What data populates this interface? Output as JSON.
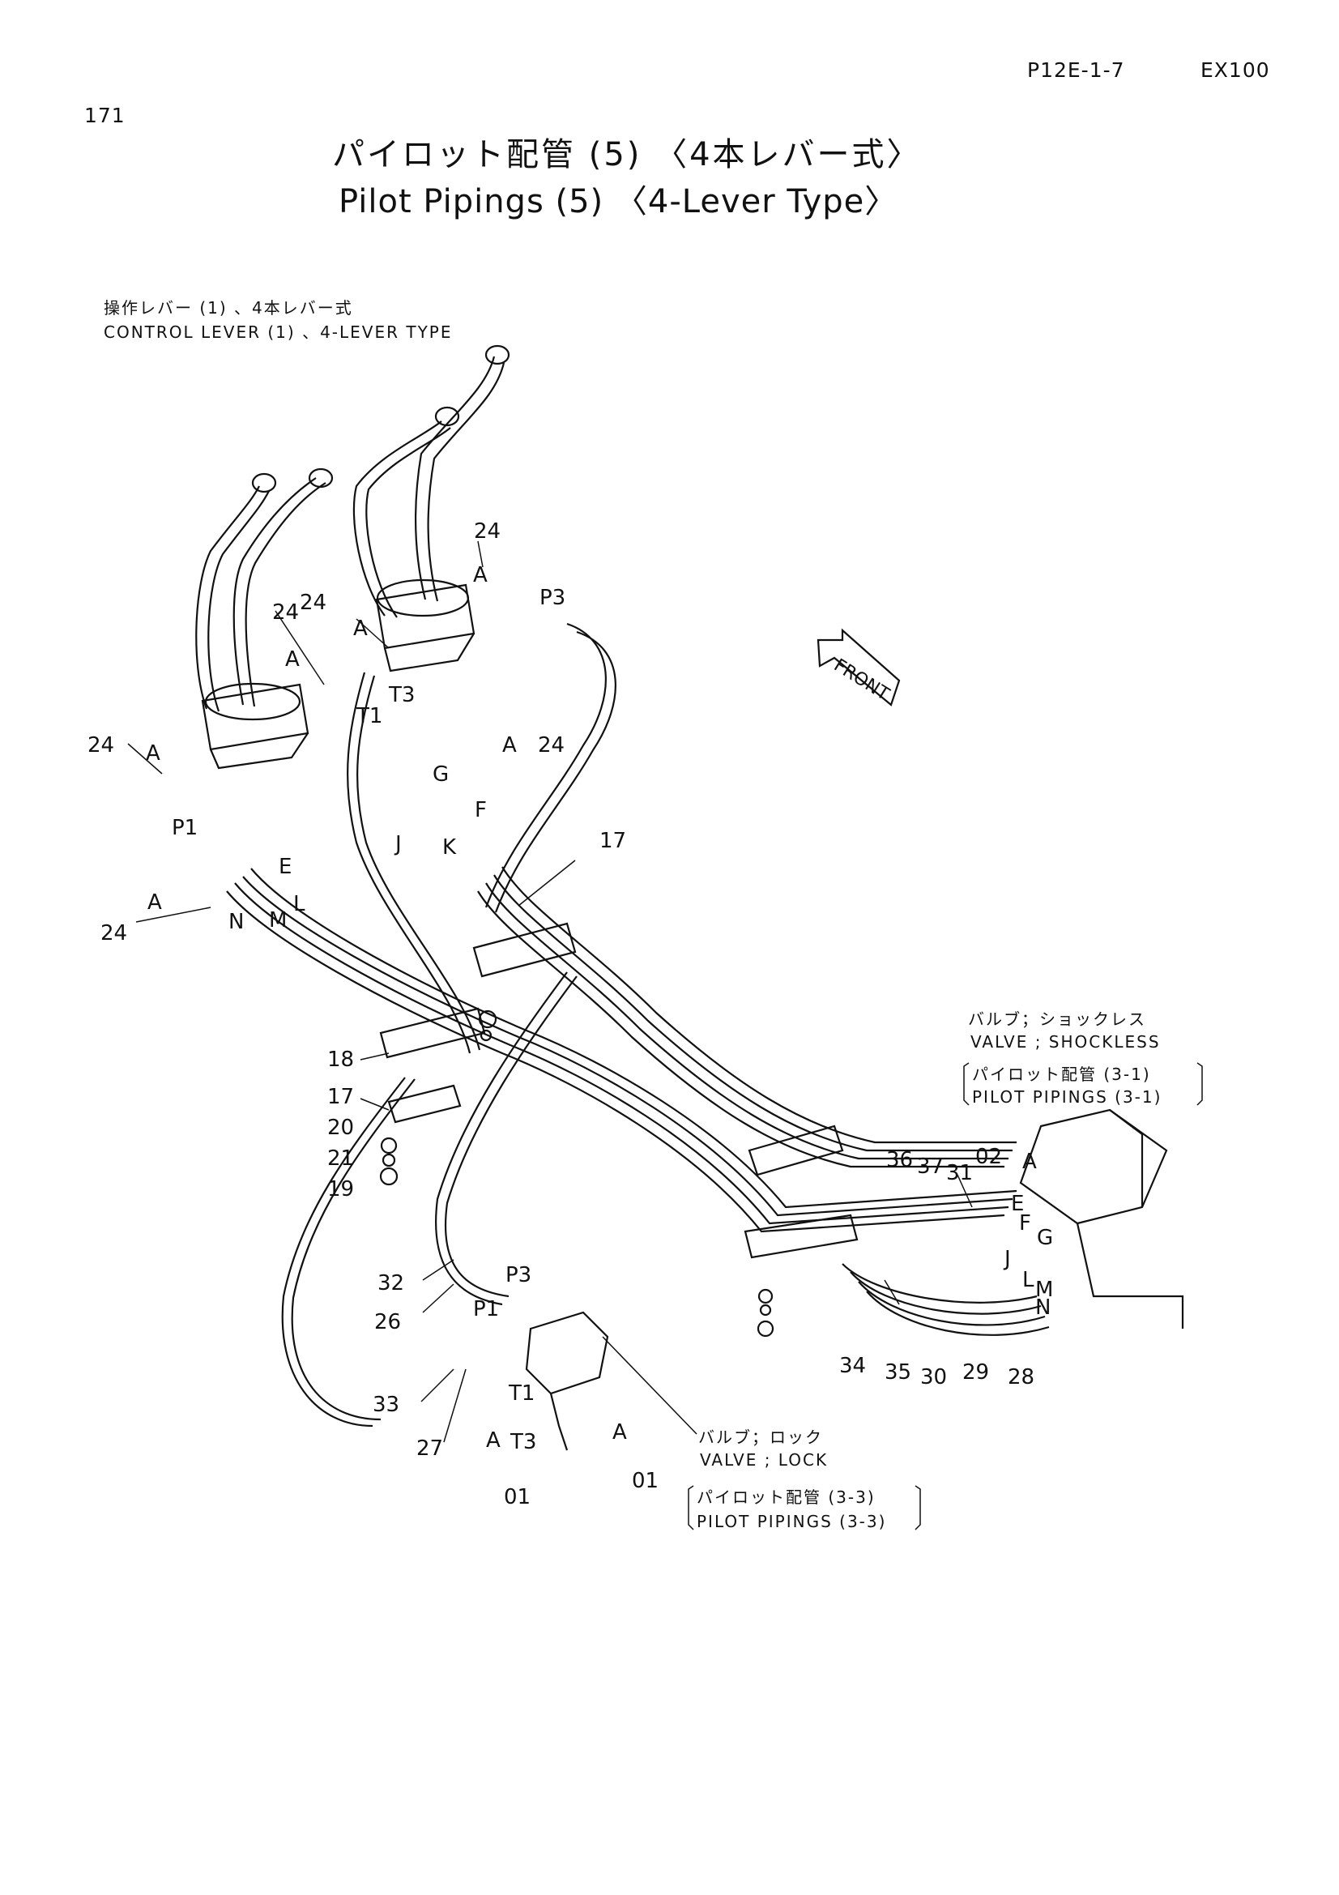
{
  "header": {
    "code": "P12E-1-7",
    "model": "EX100",
    "page_number": "171"
  },
  "title": {
    "japanese": "パイロット配管 (5) 〈4本レバー式〉",
    "english": "Pilot Pipings (5) 〈4-Lever Type〉"
  },
  "notes": {
    "control_lever_jp": "操作レバー (1) 、4本レバー式",
    "control_lever_en": "CONTROL LEVER (1) 、4-LEVER TYPE",
    "shockless_jp": "バルブ；ショックレス",
    "shockless_en": "VALVE ; SHOCKLESS",
    "shockless_ref_jp": "パイロット配管 (3-1)",
    "shockless_ref_en": "PILOT PIPINGS (3-1)",
    "lock_jp": "バルブ；ロック",
    "lock_en": "VALVE ; LOCK",
    "lock_ref_jp": "パイロット配管 (3-3)",
    "lock_ref_en": "PILOT PIPINGS (3-3)"
  },
  "front_marker": "FRONT",
  "callouts": {
    "c24a": "24",
    "c24b": "24",
    "c24c": "24",
    "c24d": "24",
    "c24e": "24",
    "c24f": "24",
    "a1": "A",
    "a2": "A",
    "a3": "A",
    "a4": "A",
    "a5": "A",
    "a6": "A",
    "a7": "A",
    "a8": "A",
    "a9": "A",
    "p3a": "P3",
    "p3b": "P3",
    "t3a": "T3",
    "t3b": "T3",
    "t1a": "T1",
    "t1b": "T1",
    "p1a": "P1",
    "p1b": "P1",
    "e1": "E",
    "g1": "G",
    "f1": "F",
    "j1": "J",
    "k1": "K",
    "l1": "L",
    "m1": "M",
    "n1": "N",
    "e2": "E",
    "f2": "F",
    "g2": "G",
    "j2": "J",
    "l2": "L",
    "m2": "M",
    "n2": "N",
    "p17a": "17",
    "p17b": "17",
    "p18": "18",
    "p20": "20",
    "p21": "21",
    "p19": "19",
    "p32": "32",
    "p26": "26",
    "p33": "33",
    "p27": "27",
    "p01a": "01",
    "p01b": "01",
    "p02": "02",
    "p36": "36",
    "p37": "37",
    "p31": "31",
    "p34": "34",
    "p35": "35",
    "p30": "30",
    "p29": "29",
    "p28": "28"
  }
}
